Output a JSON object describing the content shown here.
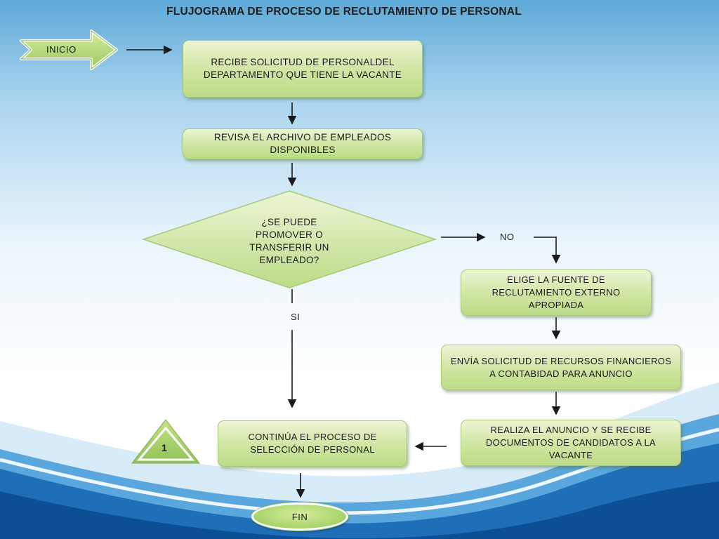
{
  "title": "FLUJOGRAMA DE PROCESO DE RECLUTAMIENTO DE PERSONAL",
  "nodes": {
    "start": "INICIO",
    "receive_request": "RECIBE SOLICITUD DE PERSONALDEL DEPARTAMENTO QUE TIENE LA VACANTE",
    "review_file": "REVISA EL ARCHIVO DE EMPLEADOS DISPONIBLES",
    "decision": "¿SE PUEDE PROMOVER O TRANSFERIR UN EMPLEADO?",
    "choose_source": "ELIGE LA FUENTE DE RECLUTAMIENTO EXTERNO APROPIADA",
    "send_request": "ENVÍA SOLICITUD DE RECURSOS FINANCIEROS A CONTABIDAD PARA ANUNCIO",
    "announce": "REALIZA EL ANUNCIO Y  SE RECIBE DOCUMENTOS DE CANDIDATOS A LA VACANTE",
    "continue": "CONTINÚA EL PROCESO DE SELECCIÓN DE PERSONAL",
    "end": "FIN"
  },
  "edges": {
    "no_label": "NO",
    "yes_label": "SI"
  },
  "connector": "1",
  "colors": {
    "box_fill": "#cfe5a0",
    "box_border": "#a8c978",
    "arrow": "#1a1a1a"
  }
}
